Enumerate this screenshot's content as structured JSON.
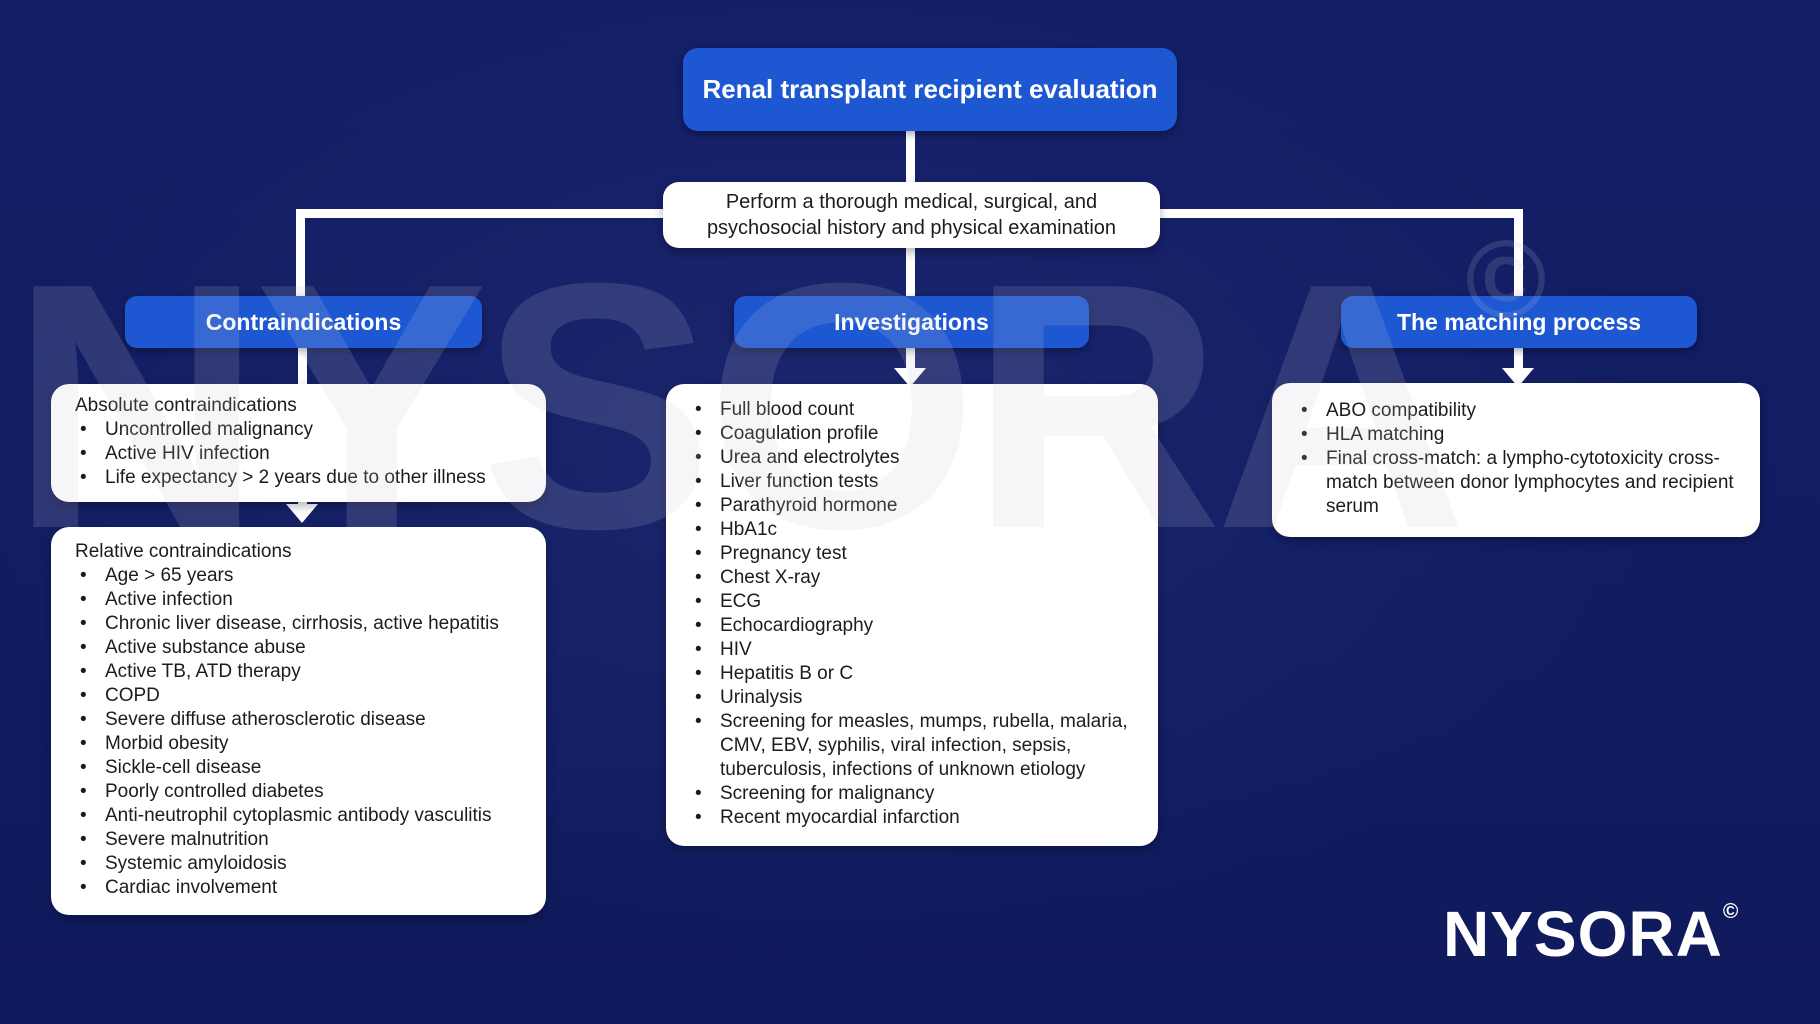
{
  "colors": {
    "background_navy": "#121d64",
    "node_blue": "#1d57d2",
    "box_white": "#ffffff",
    "text_dark": "#1c1c1c",
    "connector_white": "#ffffff"
  },
  "root": {
    "title": "Renal transplant recipient evaluation"
  },
  "intro": {
    "text": "Perform a thorough medical, surgical, and psychosocial history and physical examination"
  },
  "branches": {
    "contraindications": {
      "header": "Contraindications",
      "absolute": {
        "heading": "Absolute contraindications",
        "items": [
          "Uncontrolled malignancy",
          "Active HIV infection",
          "Life expectancy > 2 years due to other illness"
        ]
      },
      "relative": {
        "heading": "Relative contraindications",
        "items": [
          "Age > 65 years",
          "Active infection",
          "Chronic liver disease, cirrhosis, active hepatitis",
          "Active substance abuse",
          "Active TB, ATD therapy",
          "COPD",
          "Severe diffuse atherosclerotic disease",
          "Morbid obesity",
          "Sickle-cell disease",
          "Poorly controlled diabetes",
          "Anti-neutrophil cytoplasmic antibody vasculitis",
          "Severe malnutrition",
          "Systemic amyloidosis",
          "Cardiac involvement"
        ]
      }
    },
    "investigations": {
      "header": "Investigations",
      "items": [
        "Full blood count",
        "Coagulation profile",
        "Urea and electrolytes",
        "Liver function tests",
        "Parathyroid hormone",
        "HbA1c",
        "Pregnancy test",
        "Chest X-ray",
        "ECG",
        "Echocardiography",
        "HIV",
        "Hepatitis B or C",
        "Urinalysis",
        "Screening for measles, mumps, rubella, malaria, CMV, EBV, syphilis, viral infection, sepsis, tuberculosis, infections of unknown etiology",
        "Screening for malignancy",
        "Recent myocardial infarction"
      ]
    },
    "matching": {
      "header": "The matching process",
      "items": [
        "ABO compatibility",
        "HLA matching",
        "Final cross-match: a lympho-cytotoxicity cross-match between donor lymphocytes and recipient serum"
      ]
    }
  },
  "watermark": {
    "text": "NYSORA",
    "copyright": "©"
  },
  "logo": {
    "text": "NYSORA",
    "copyright": "©"
  }
}
